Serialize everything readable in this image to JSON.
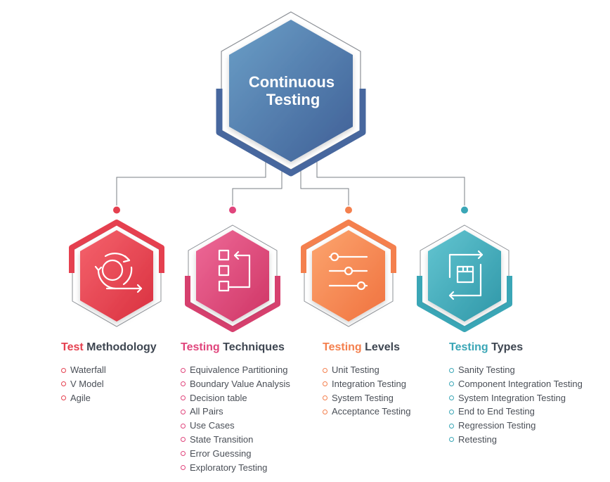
{
  "center": {
    "line1": "Continuous",
    "line2": "Testing",
    "color_top": "#6b9fc7",
    "color_bottom": "#3f5f96"
  },
  "categories": [
    {
      "title_accent": "Test",
      "title_rest": " Methodology",
      "color": "#e5404f",
      "icon": "cycle-arrows-icon",
      "items": [
        "Waterfall",
        "V Model",
        "Agile"
      ]
    },
    {
      "title_accent": "Testing",
      "title_rest": " Techniques",
      "color": "#e0457c",
      "icon": "checklist-flow-icon",
      "items": [
        "Equivalence Partitioning",
        "Boundary Value Analysis",
        "Decision table",
        "All Pairs",
        "Use Cases",
        "State Transition",
        "Error Guessing",
        "Exploratory Testing"
      ]
    },
    {
      "title_accent": "Testing",
      "title_rest": " Levels",
      "color": "#f4804e",
      "icon": "sliders-icon",
      "items": [
        "Unit Testing",
        "Integration Testing",
        "System Testing",
        "Acceptance Testing"
      ]
    },
    {
      "title_accent": "Testing",
      "title_rest": " Types",
      "color": "#3aa6b6",
      "icon": "box-exchange-icon",
      "items": [
        "Sanity Testing",
        "Component Integration Testing",
        "System Integration Testing",
        "End to End Testing",
        "Regression Testing",
        "Retesting"
      ]
    }
  ]
}
